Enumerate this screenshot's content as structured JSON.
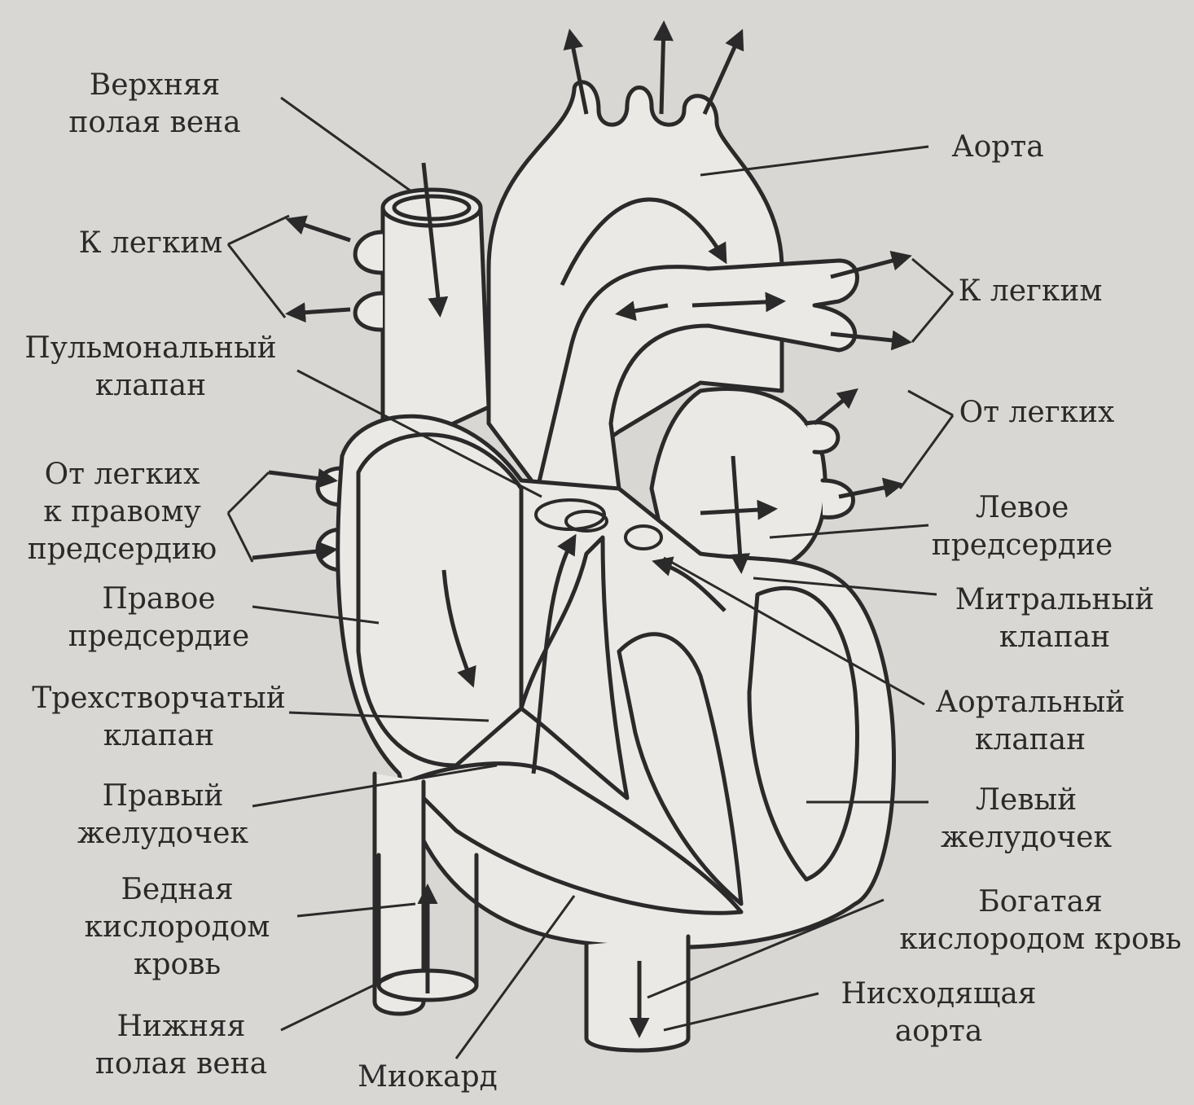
{
  "labels": {
    "sup_vena_cava": [
      "Верхняя",
      "полая вена"
    ],
    "to_lungs_left": [
      "К легким"
    ],
    "pulmonary_valve": [
      "Пульмональный",
      "клапан"
    ],
    "from_lungs_right_atrium": [
      "От легких",
      "к правому",
      "предсердию"
    ],
    "right_atrium": [
      "Правое",
      "предсердие"
    ],
    "tricuspid_valve": [
      "Трехстворчатый",
      "клапан"
    ],
    "right_ventricle": [
      "Правый",
      "желудочек"
    ],
    "poor_oxygen_blood": [
      "Бедная",
      "кислородом",
      "кровь"
    ],
    "inf_vena_cava": [
      "Нижняя",
      "полая вена"
    ],
    "myocardium": [
      "Миокард"
    ],
    "aorta": [
      "Аорта"
    ],
    "to_lungs_right": [
      "К легким"
    ],
    "from_lungs": [
      "От легких"
    ],
    "left_atrium": [
      "Левое",
      "предсердие"
    ],
    "mitral_valve": [
      "Митральный",
      "клапан"
    ],
    "aortic_valve": [
      "Аортальный",
      "клапан"
    ],
    "left_ventricle": [
      "Левый",
      "желудочек"
    ],
    "rich_oxygen_blood": [
      "Богатая",
      "кислородом кровь"
    ],
    "descending_aorta": [
      "Нисходящая",
      "аорта"
    ]
  },
  "colors": {
    "background": "#d9d7d3",
    "ink": "#2a2a2a",
    "fill": "#ebe9e5"
  }
}
